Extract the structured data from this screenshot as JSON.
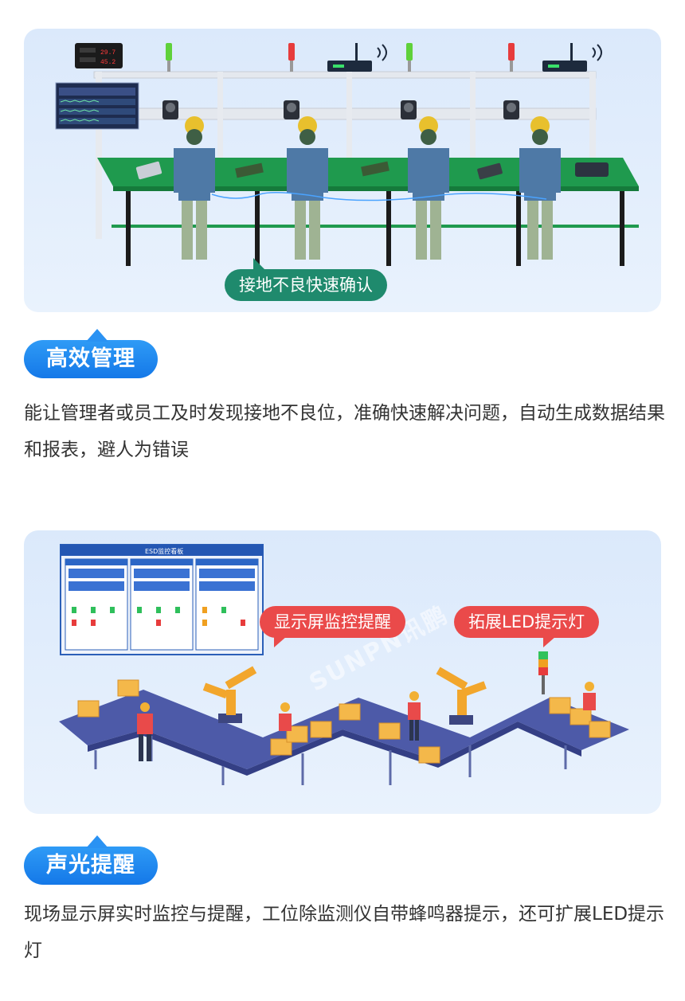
{
  "section1": {
    "callout": "接地不良快速确认",
    "tag": "高效管理",
    "description": "能让管理者或员工及时发现接地不良位，准确快速解决问题，自动生成数据结果和报表，避人为错误"
  },
  "section2": {
    "callout_screen": "显示屏监控提醒",
    "callout_led": "拓展LED提示灯",
    "screen_title": "ESD监控看板",
    "watermark": "SUNPN讯鹏",
    "tag": "声光提醒",
    "description": "现场显示屏实时监控与提醒，工位除监测仪自带蜂鸣器提示，还可扩展LED提示灯"
  },
  "colors": {
    "tag_blue": "#1a85ee",
    "callout_green": "#1f8a6d",
    "callout_red": "#ea4a4a",
    "bench_green": "#1f9a4e",
    "conveyor": "#4d5aa8"
  }
}
